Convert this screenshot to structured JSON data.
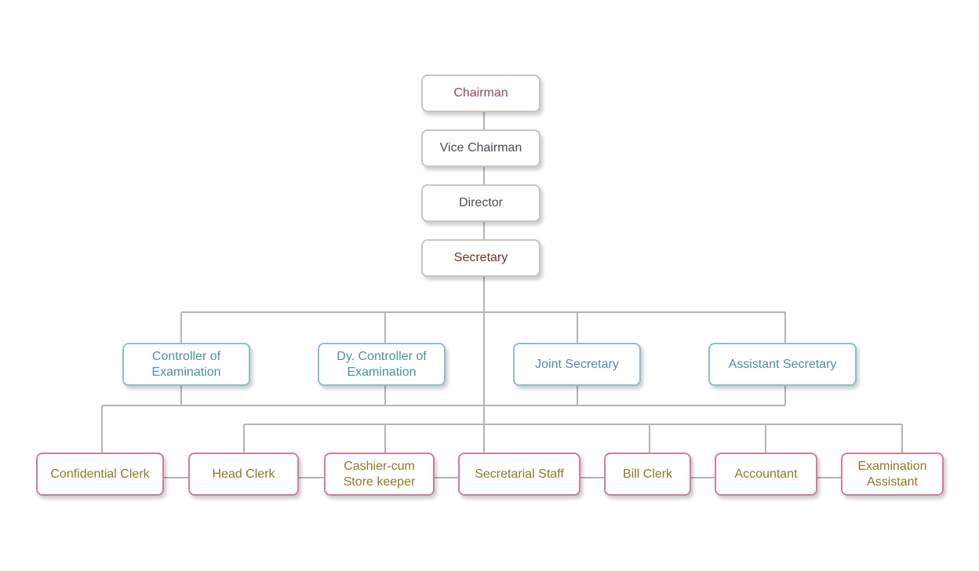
{
  "colors": {
    "connector": "#b4b4b4",
    "top_border": "#c9c6bb",
    "mid_border": "#8dbfcb",
    "low_border": "#d67c93",
    "chairman_text": "#9a4663",
    "secretary_text": "#7a2c2c",
    "mid_text": "#4f8fa2",
    "low_text": "#8c7a26"
  },
  "chart": {
    "top": {
      "chairman": "Chairman",
      "vice_chairman": "Vice Chairman",
      "director": "Director",
      "secretary": "Secretary"
    },
    "middle": {
      "controller": "Controller of Examination",
      "dy_controller": "Dy. Controller of Examination",
      "joint_secretary": "Joint Secretary",
      "assistant_secretary": "Assistant Secretary"
    },
    "bottom": {
      "confidential_clerk": "Confidential Clerk",
      "head_clerk": "Head Clerk",
      "cashier": "Cashier-cum Store keeper",
      "secretarial_staff": "Secretarial Staff",
      "bill_clerk": "Bill Clerk",
      "accountant": "Accountant",
      "exam_assistant": "Examination Assistant"
    }
  }
}
